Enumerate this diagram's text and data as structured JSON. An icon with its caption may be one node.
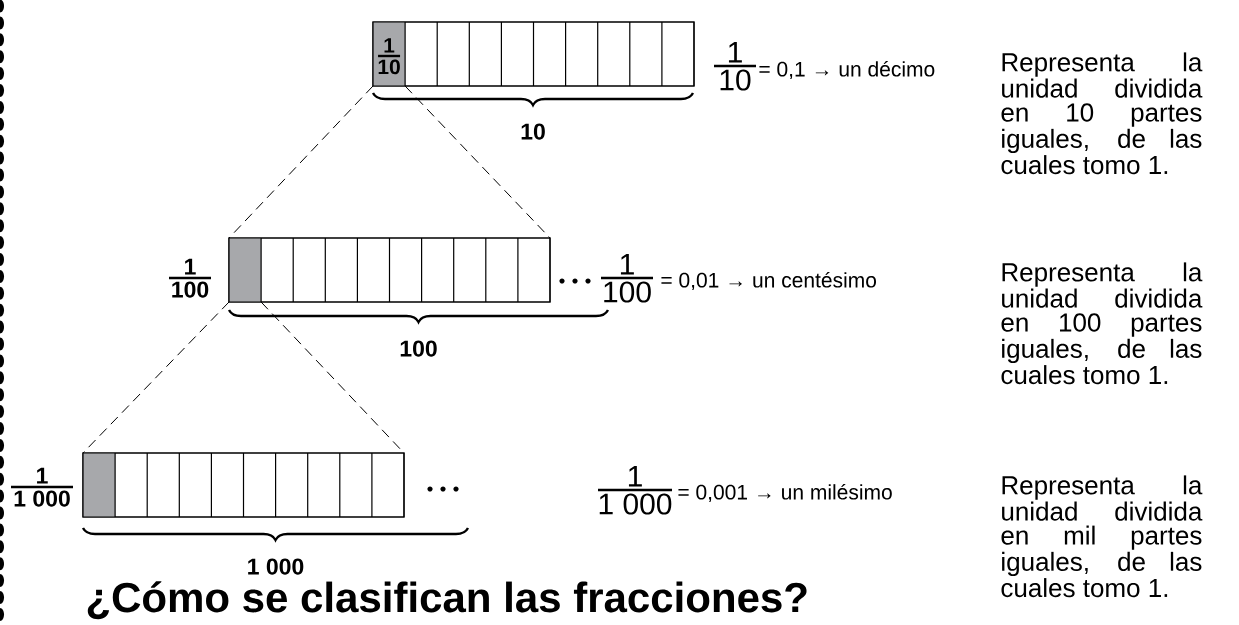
{
  "diagram": {
    "nodes": [
      {
        "text": [
          "1",
          "10"
        ]
      },
      {
        "text": [],
        "shape": "bar"
      },
      {
        "text": [],
        "shape": "bar"
      }
    ],
    "edges": [
      {
        "from": 0,
        "to": 1,
        "arrow": "none",
        "style": "dashed"
      },
      {
        "from": 0,
        "to": 1,
        "arrow": "none",
        "style": "dashed"
      },
      {
        "from": 1,
        "to": 2,
        "arrow": "none",
        "style": "dashed"
      },
      {
        "from": 1,
        "to": 2,
        "arrow": "none",
        "style": "dashed"
      }
    ],
    "labels": [
      "1",
      "10",
      "= 0,1 → un décimo",
      "Representa la unidad dividida en 10 partes iguales, de las cuales tomo 1.",
      "10",
      "1",
      "100",
      "1",
      "100",
      "= 0,01 → un centésimo",
      "Representa la unidad dividida en 100 partes iguales, de las cuales tomo 1.",
      "100",
      "1",
      "1 000",
      "1",
      "1 000",
      "= 0,001 → un milésimo",
      "Representa la unidad dividida en mil partes iguales, de las cuales tomo 1.",
      "1 000",
      "¿Cómo se clasifican las fracciones?"
    ]
  }
}
